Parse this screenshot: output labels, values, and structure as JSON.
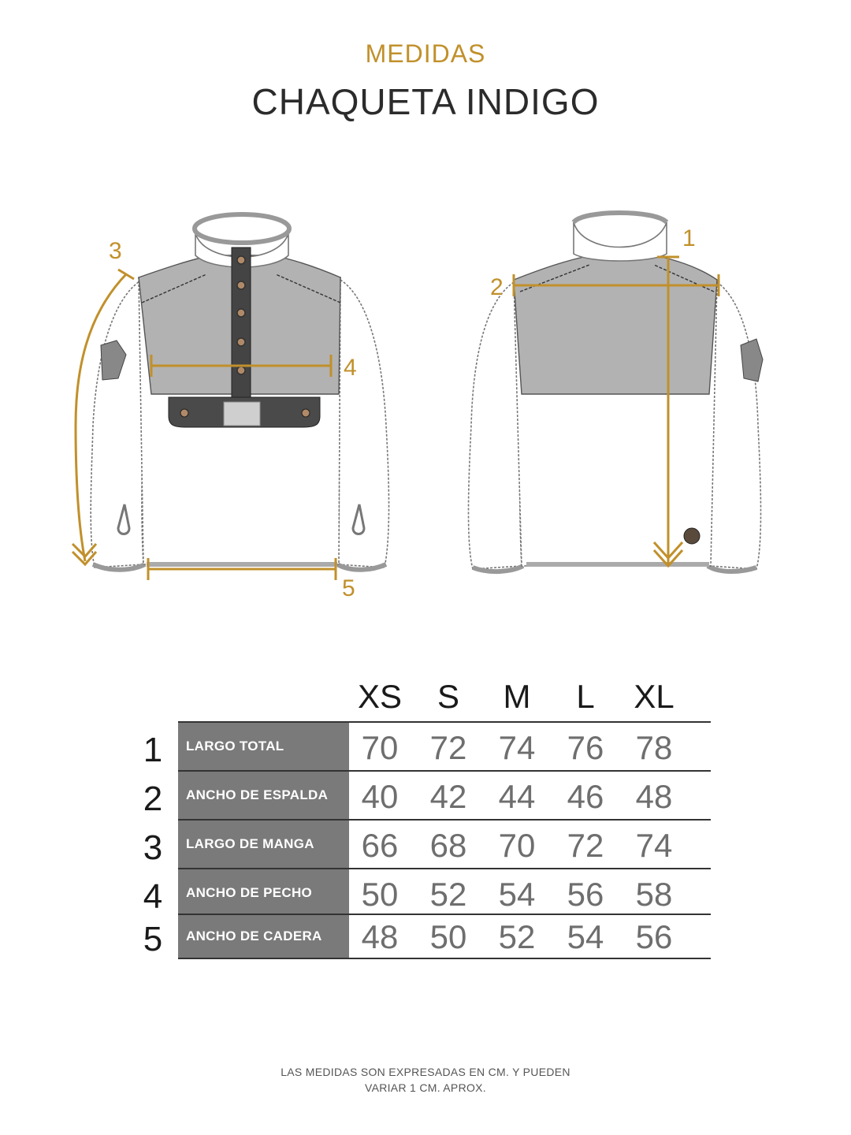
{
  "header": {
    "subtitle": "MEDIDAS",
    "title": "CHAQUETA INDIGO"
  },
  "colors": {
    "accent": "#c1902b",
    "label_bg": "#7a7a7a",
    "panel_gray": "#b2b2b2",
    "value_text": "#6e6e6e"
  },
  "figure": {
    "marks": [
      "1",
      "2",
      "3",
      "4",
      "5"
    ]
  },
  "table": {
    "sizes": [
      "XS",
      "S",
      "M",
      "L",
      "XL"
    ],
    "rows": [
      {
        "num": "1",
        "label": "LARGO TOTAL",
        "values": [
          "70",
          "72",
          "74",
          "76",
          "78"
        ]
      },
      {
        "num": "2",
        "label": "ANCHO DE ESPALDA",
        "values": [
          "40",
          "42",
          "44",
          "46",
          "48"
        ]
      },
      {
        "num": "3",
        "label": "LARGO DE MANGA",
        "values": [
          "66",
          "68",
          "70",
          "72",
          "74"
        ]
      },
      {
        "num": "4",
        "label": "ANCHO DE PECHO",
        "values": [
          "50",
          "52",
          "54",
          "56",
          "58"
        ]
      },
      {
        "num": "5",
        "label": "ANCHO DE CADERA",
        "values": [
          "48",
          "50",
          "52",
          "54",
          "56"
        ]
      }
    ]
  },
  "footer": {
    "note_line1": "LAS MEDIDAS SON EXPRESADAS EN CM. Y PUEDEN",
    "note_line2": "VARIAR 1 CM. APROX."
  }
}
